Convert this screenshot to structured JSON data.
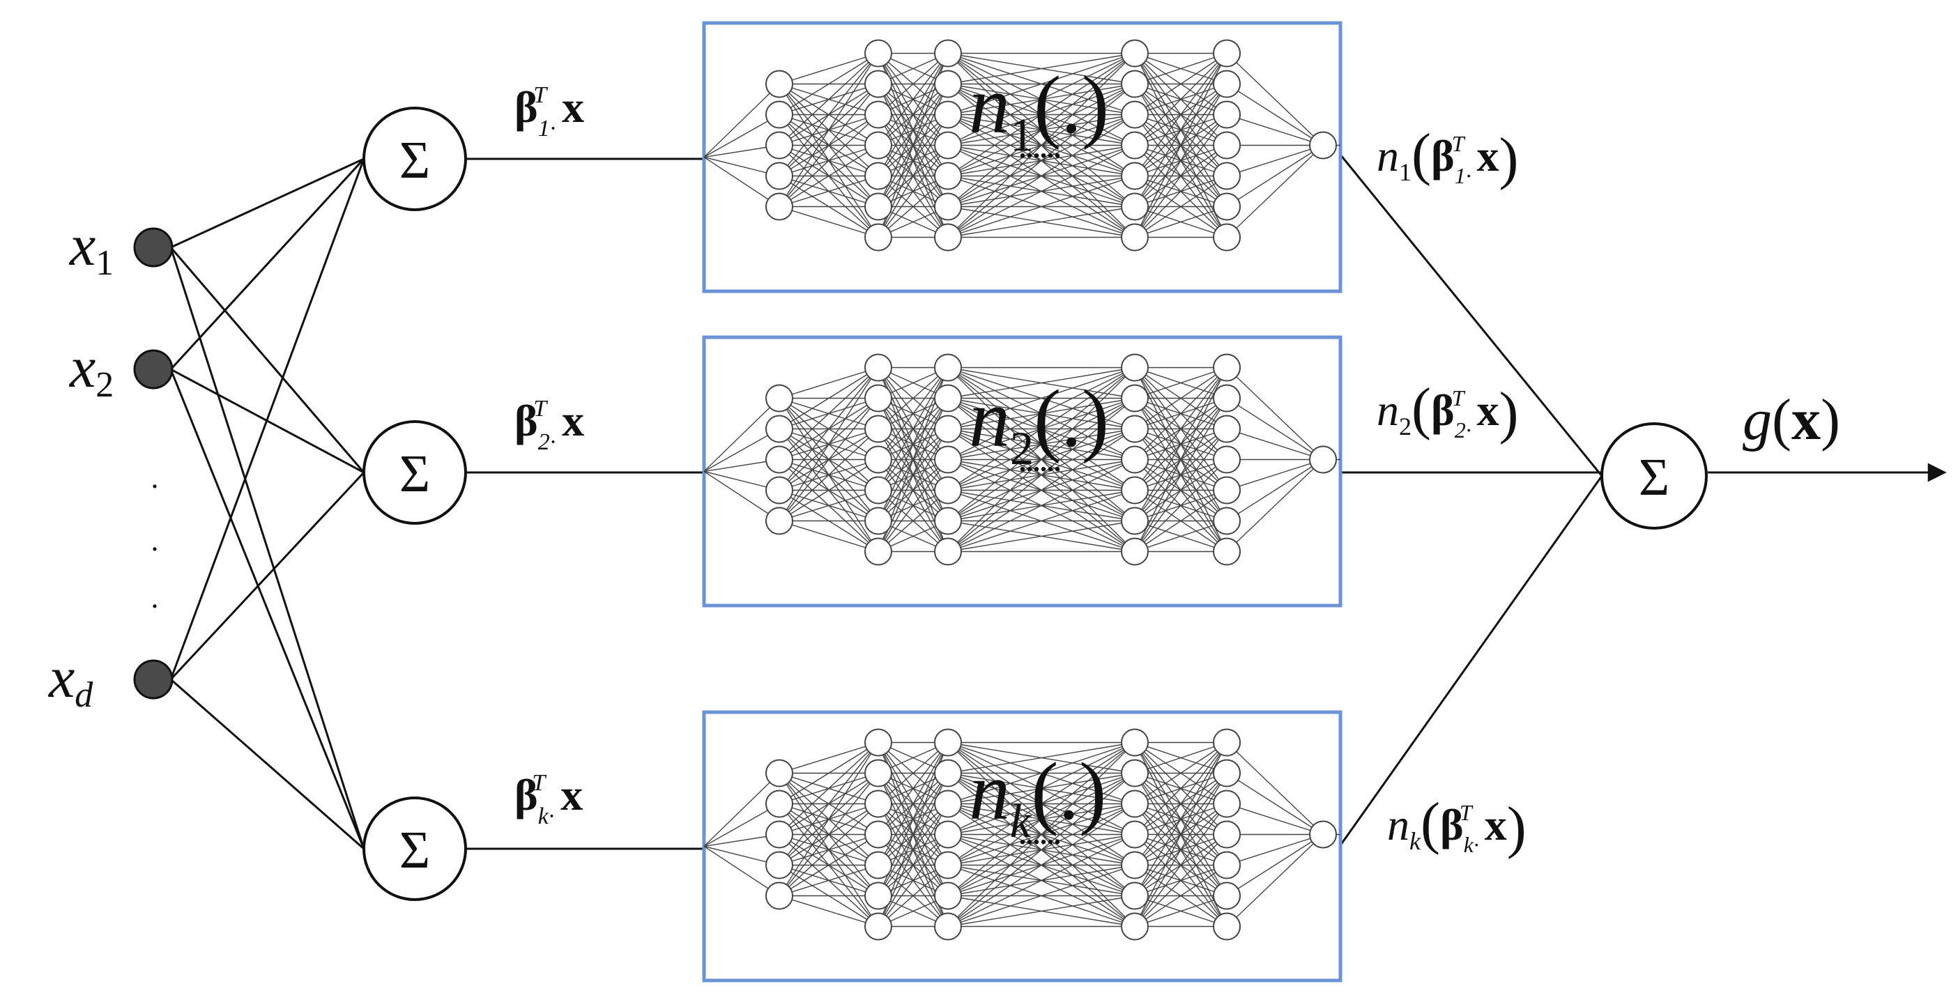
{
  "inputs": {
    "x1": {
      "base": "x",
      "sub": "1"
    },
    "x2": {
      "base": "x",
      "sub": "2"
    },
    "xd": {
      "base": "x",
      "sub": "d"
    },
    "ellipsis": "."
  },
  "sum_symbol": "Σ",
  "projections": [
    {
      "beta": "β",
      "sub": "1·",
      "sup": "T",
      "x": "x"
    },
    {
      "beta": "β",
      "sub": "2·",
      "sup": "T",
      "x": "x"
    },
    {
      "beta": "β",
      "sub": "k·",
      "sup": "T",
      "x": "x"
    }
  ],
  "subnets": [
    {
      "fn": "n",
      "sub": "1",
      "arg": "(.)",
      "dots": "......"
    },
    {
      "fn": "n",
      "sub": "2",
      "arg": "(.)",
      "dots": "......"
    },
    {
      "fn": "n",
      "sub": "k",
      "arg": "(.)",
      "dots": "......"
    }
  ],
  "outputs": [
    {
      "fn": "n",
      "sub": "1",
      "beta": "β",
      "bsub": "1·",
      "sup": "T",
      "x": "x",
      "open": "(",
      "close": ")"
    },
    {
      "fn": "n",
      "sub": "2",
      "beta": "β",
      "bsub": "2·",
      "sup": "T",
      "x": "x",
      "open": "(",
      "close": ")"
    },
    {
      "fn": "n",
      "sub": "k",
      "beta": "β",
      "bsub": "k·",
      "sup": "T",
      "x": "x",
      "open": "(",
      "close": ")"
    }
  ],
  "final": {
    "fn": "g",
    "open": "(",
    "x": "x",
    "close": ")"
  },
  "colors": {
    "stroke": "#111111",
    "box": "#6b93d6",
    "input_node": "#4a4a4a",
    "net": "#444444",
    "net_node_fill": "#ffffff"
  }
}
